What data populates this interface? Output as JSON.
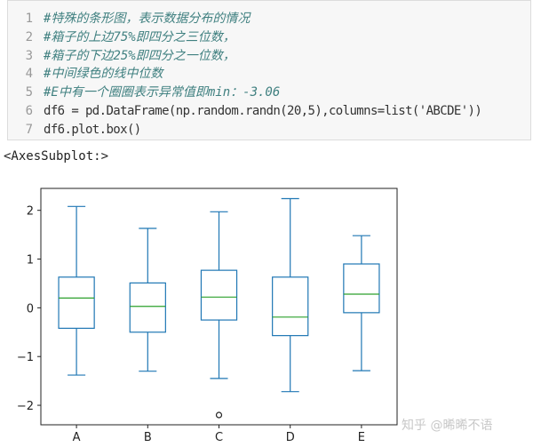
{
  "code_cell": {
    "line_numbers": [
      "1",
      "2",
      "3",
      "4",
      "5",
      "6",
      "7"
    ],
    "lines": [
      "#特殊的条形图，表示数据分布的情况",
      "#箱子的上边75%即四分之三位数，",
      "#箱子的下边25%即四分之一位数，",
      "#中间绿色的线中位数",
      "#E中有一个圈圈表示异常值即min：-3.06",
      "df6 = pd.DataFrame(np.random.randn(20,5),columns=list('ABCDE'))",
      "df6.plot.box()"
    ]
  },
  "output": {
    "label": "<AxesSubplot:>"
  },
  "chart_data": {
    "type": "box",
    "categories": [
      "A",
      "B",
      "C",
      "D",
      "E"
    ],
    "boxes": [
      {
        "name": "A",
        "whislo": -1.38,
        "q1": -0.42,
        "med": 0.2,
        "q3": 0.63,
        "whishi": 2.08,
        "fliers": []
      },
      {
        "name": "B",
        "whislo": -1.3,
        "q1": -0.5,
        "med": 0.03,
        "q3": 0.51,
        "whishi": 1.63,
        "fliers": []
      },
      {
        "name": "C",
        "whislo": -1.45,
        "q1": -0.25,
        "med": 0.22,
        "q3": 0.77,
        "whishi": 1.97,
        "fliers": [
          -2.2
        ]
      },
      {
        "name": "D",
        "whislo": -1.72,
        "q1": -0.57,
        "med": -0.19,
        "q3": 0.63,
        "whishi": 2.24,
        "fliers": []
      },
      {
        "name": "E",
        "whislo": -1.29,
        "q1": -0.1,
        "med": 0.28,
        "q3": 0.9,
        "whishi": 1.48,
        "fliers": []
      }
    ],
    "yticks": [
      "2",
      "1",
      "0",
      "−1",
      "−2"
    ],
    "ylim": [
      -2.4,
      2.45
    ],
    "grid": false,
    "colors": {
      "box": "#1f77b4",
      "median": "#2ca02c"
    }
  },
  "watermark": "知乎 @晞晞不语"
}
